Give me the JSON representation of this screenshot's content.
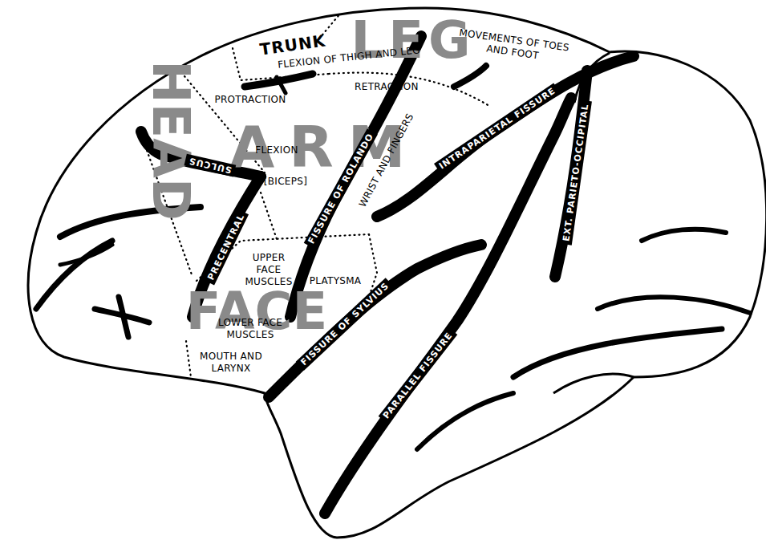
{
  "diagram": {
    "labels": [
      "TRUNK",
      "LEG",
      "FLEXION OF THIGH AND LEG",
      "MOVEMENTS OF TOES AND FOOT",
      "RETRACTION",
      "PROTRACTION",
      "HEAD",
      "ARM",
      "FLEXION",
      "[BICEPS]",
      "WRIST AND FINGERS",
      "FISSURE OF ROLANDO",
      "PRECENTRAL",
      "SULCUS",
      "INTRAPARIETAL FISSURE",
      "EXT. PARIETO-OCCIPITAL",
      "UPPER FACE MUSCLES",
      "PLATYSMA",
      "FACE",
      "LOWER FACE MUSCLES",
      "MOUTH AND LARYNX",
      "FISSURE OF SYLVIUS",
      "PARALLEL FISSURE"
    ]
  }
}
